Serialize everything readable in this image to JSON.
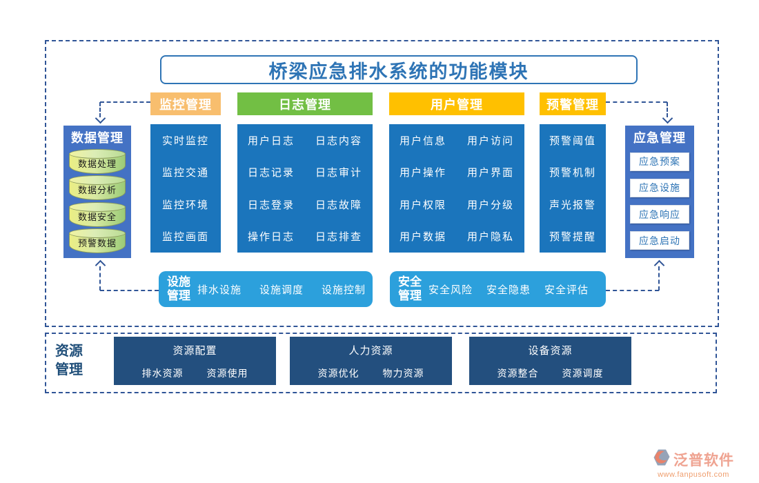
{
  "title": "桥梁应急排水系统的功能模块",
  "left_panel": {
    "title": "数据管理",
    "items": [
      "数据处理",
      "数据分析",
      "数据安全",
      "预警数据"
    ]
  },
  "right_panel": {
    "title": "应急管理",
    "items": [
      "应急预案",
      "应急设施",
      "应急响应",
      "应急启动"
    ]
  },
  "columns": [
    {
      "header": "监控管理",
      "items": [
        "实时监控",
        "监控交通",
        "监控环境",
        "监控画面"
      ]
    },
    {
      "header": "日志管理",
      "items": [
        "用户日志",
        "日志内容",
        "日志记录",
        "日志审计",
        "日志登录",
        "日志故障",
        "操作日志",
        "日志排查"
      ]
    },
    {
      "header": "用户管理",
      "items": [
        "用户信息",
        "用户访问",
        "用户操作",
        "用户界面",
        "用户权限",
        "用户分级",
        "用户数据",
        "用户隐私"
      ]
    },
    {
      "header": "预警管理",
      "items": [
        "预警阈值",
        "预警机制",
        "声光报警",
        "预警提醒"
      ]
    }
  ],
  "facility_bar": {
    "title_lines": [
      "设施",
      "管理"
    ],
    "items": [
      "排水设施",
      "设施调度",
      "设施控制"
    ]
  },
  "safety_bar": {
    "title_lines": [
      "安全",
      "管理"
    ],
    "items": [
      "安全风险",
      "安全隐患",
      "安全评估"
    ]
  },
  "resource_section": {
    "label_lines": [
      "资源",
      "管理"
    ],
    "groups": [
      {
        "title": "资源配置",
        "items": [
          "排水资源",
          "资源使用"
        ]
      },
      {
        "title": "人力资源",
        "items": [
          "资源优化",
          "物力资源"
        ]
      },
      {
        "title": "设备资源",
        "items": [
          "资源整合",
          "资源调度"
        ]
      }
    ]
  },
  "watermark": {
    "brand": "泛普软件",
    "url": "www.fanpusoft.com"
  },
  "colors": {
    "header_orange": "#F8BE6E",
    "header_green": "#72BF44",
    "header_gold": "#FFC000",
    "column_blue": "#1B75BC",
    "panel_blue": "#4472C4",
    "bar_light_blue": "#2CA0DC",
    "resource_navy": "#234F7E",
    "connector_navy": "#2F5496",
    "title_blue": "#2E74B5",
    "watermark_salmon": "#EFA391"
  }
}
